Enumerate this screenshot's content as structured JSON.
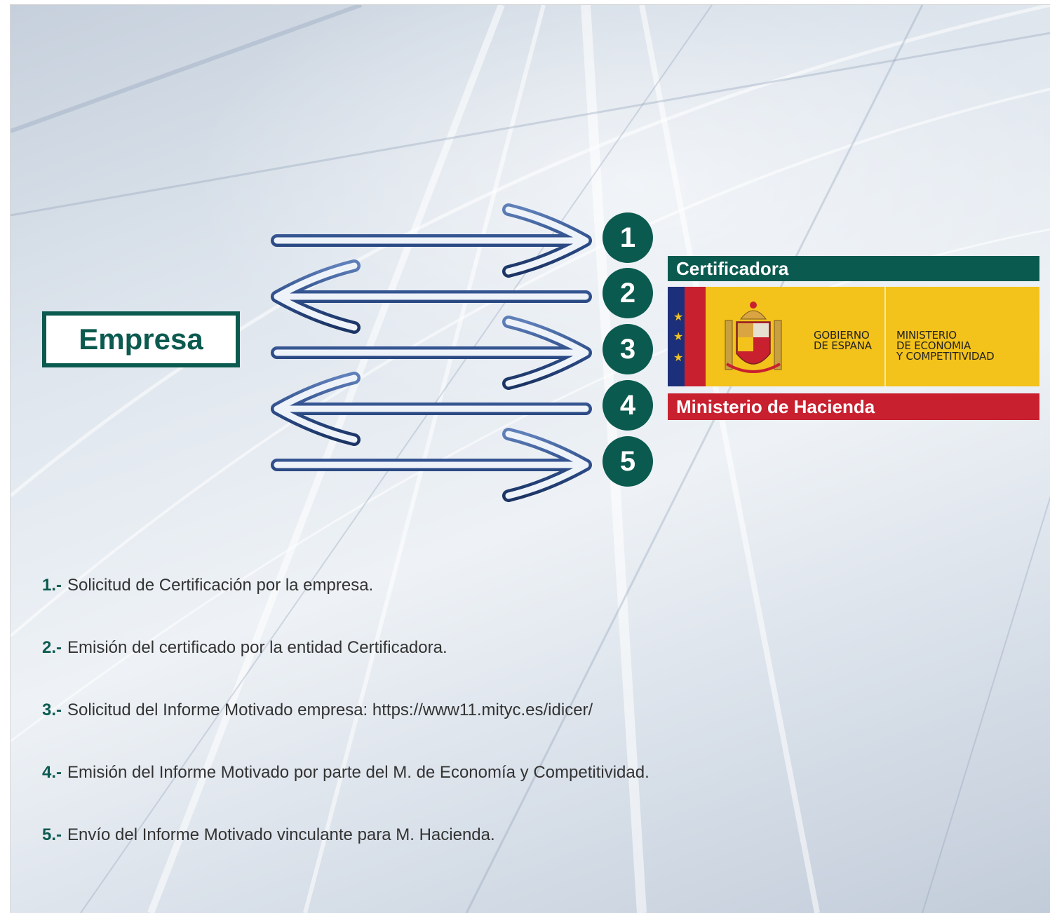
{
  "company": {
    "label": "Empresa"
  },
  "flow_numbers": [
    "1",
    "2",
    "3",
    "4",
    "5"
  ],
  "flow_directions": [
    "right",
    "left",
    "right",
    "left",
    "right"
  ],
  "certificadora": {
    "label": "Certificadora"
  },
  "government_logo": {
    "gobierno": [
      "GOBIERNO",
      "DE ESPANA"
    ],
    "ministerio": [
      "MINISTERIO",
      "DE ECONOMIA",
      "Y COMPETITIVIDAD"
    ]
  },
  "hacienda": {
    "label": "Ministerio de Hacienda"
  },
  "steps": [
    {
      "num": "1.-",
      "text": "Solicitud de Certificación  por la empresa."
    },
    {
      "num": "2.-",
      "text": "Emisión del certificado por la entidad Certificadora."
    },
    {
      "num": "3.-",
      "text": "Solicitud del Informe Motivado empresa: https://www11.mityc.es/idicer/"
    },
    {
      "num": "4.-",
      "text": "Emisión del Informe Motivado por parte del M. de Economía y Competitividad."
    },
    {
      "num": "5.-",
      "text": "Envío del Informe Motivado vinculante para M. Hacienda."
    }
  ],
  "colors": {
    "brand_green": "#0b5a4f",
    "hacienda_red": "#c8202f",
    "spain_yellow": "#f3c21b",
    "arrow_blue": "#2e4e8a"
  }
}
